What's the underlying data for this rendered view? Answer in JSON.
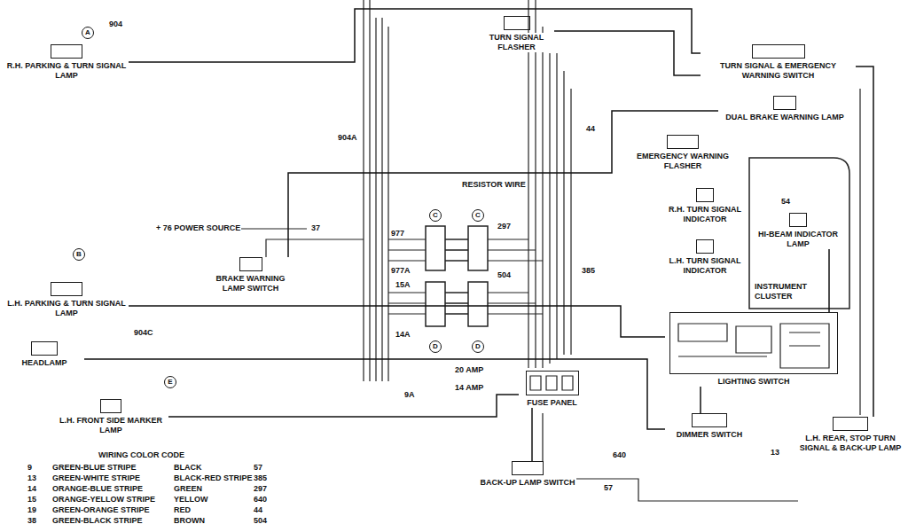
{
  "diagram": {
    "nodes": [
      {
        "text": [
          "R.H. PARKING & TURN SIGNAL LAMP"
        ]
      },
      {
        "text": [
          "L.H. PARKING & TURN SIGNAL LAMP"
        ]
      },
      {
        "text": [
          "HEADLAMP"
        ]
      },
      {
        "text": [
          "L.H. FRONT SIDE MARKER LAMP"
        ]
      },
      {
        "text": [
          "BRAKE WARNING LAMP SWITCH"
        ]
      },
      {
        "text": [
          "TURN SIGNAL FLASHER"
        ]
      },
      {
        "text": [
          "TURN SIGNAL & EMERGENCY WARNING SWITCH"
        ]
      },
      {
        "text": [
          "DUAL BRAKE WARNING LAMP"
        ]
      },
      {
        "text": [
          "EMERGENCY WARNING FLASHER"
        ]
      },
      {
        "text": [
          "R.H. TURN SIGNAL INDICATOR"
        ]
      },
      {
        "text": [
          "L.H. TURN SIGNAL INDICATOR"
        ]
      },
      {
        "text": [
          "HI-BEAM INDICATOR LAMP"
        ]
      },
      {
        "text": [
          "LIGHTING SWITCH"
        ]
      },
      {
        "text": [
          "FUSE PANEL"
        ]
      },
      {
        "text": [
          "DIMMER SWITCH"
        ]
      },
      {
        "text": [
          "BACK-UP LAMP SWITCH"
        ]
      },
      {
        "text": [
          "L.H. REAR, STOP TURN SIGNAL & BACK-UP LAMP"
        ]
      }
    ],
    "edges": [
      {
        "from": 0,
        "to": 6,
        "arrow": "none"
      },
      {
        "from": 1,
        "to": 12,
        "arrow": "none"
      },
      {
        "from": 2,
        "to": 14,
        "arrow": "none"
      },
      {
        "from": 3,
        "to": 13,
        "arrow": "none"
      },
      {
        "from": 4,
        "to": 7,
        "arrow": "none"
      },
      {
        "from": 5,
        "to": 6,
        "arrow": "none"
      },
      {
        "from": 11,
        "to": 12,
        "arrow": "none"
      },
      {
        "from": 14,
        "to": 12,
        "arrow": "none"
      },
      {
        "from": 15,
        "to": 13,
        "arrow": "none"
      },
      {
        "from": 6,
        "to": 16,
        "arrow": "none"
      }
    ],
    "labels": [
      "904",
      "A",
      "904A",
      "+ 76 POWER SOURCE",
      "37",
      "977",
      "977A",
      "B",
      "904C",
      "C",
      "C",
      "D",
      "D",
      "E",
      "297",
      "504",
      "385",
      "44",
      "54",
      "15A",
      "14A",
      "9A",
      "RESISTOR WIRE",
      "20 AMP",
      "14 AMP",
      "INSTRUMENT CLUSTER",
      "640",
      "57",
      "13",
      "WIRING COLOR CODE",
      "9",
      "13",
      "14",
      "15",
      "19",
      "38",
      "GREEN-BLUE STRIPE",
      "GREEN-WHITE STRIPE",
      "ORANGE-BLUE STRIPE",
      "ORANGE-YELLOW STRIPE",
      "GREEN-ORANGE STRIPE",
      "GREEN-BLACK STRIPE",
      "BLACK",
      "BLACK-RED STRIPE",
      "GREEN",
      "YELLOW",
      "RED",
      "BROWN",
      "57",
      "385",
      "297",
      "640",
      "44",
      "504"
    ]
  }
}
